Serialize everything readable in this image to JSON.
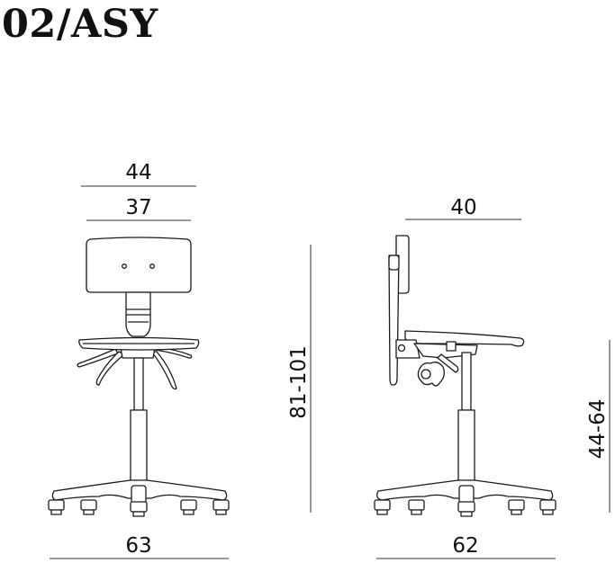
{
  "title": "02/ASY",
  "dimensions": {
    "front_top_width": "44",
    "front_back_width": "37",
    "front_base_width": "63",
    "height_range": "81-101",
    "side_top_width": "40",
    "side_base_width": "62",
    "seat_height_range": "44-64"
  }
}
